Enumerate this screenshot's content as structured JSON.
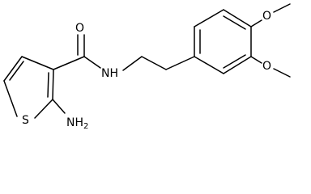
{
  "molecule": {
    "atoms": {
      "oxygen_carbonyl": "O",
      "amide_nh": "NH",
      "sulfur": "S",
      "amine_nh2": "NH",
      "amine_nh2_subscript": "2",
      "oxygen_methoxy_top": "O",
      "oxygen_methoxy_bottom": "O"
    }
  }
}
